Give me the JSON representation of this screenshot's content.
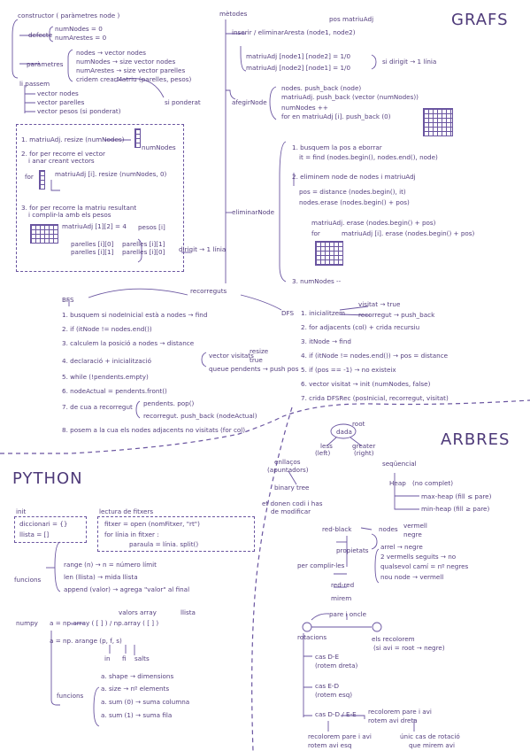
{
  "headings": {
    "grafs": "GRAFS",
    "arbres": "ARBRES",
    "python": "PYTHON"
  },
  "grafs": {
    "constructor": "constructor ( paràmetres node )",
    "defecte": "defecte",
    "def1": "numNodes = 0",
    "def2": "numArestes = 0",
    "parametres": "paràmetres",
    "par1": "nodes → vector nodes",
    "par2": "numNodes → size vector nodes",
    "par3": "numArestes → size vector parelles",
    "par4": "cridem crearMatriu (parelles, pesos)",
    "ponderat": "si ponderat",
    "li_passem": "li passem",
    "lp1": "vector nodes",
    "lp2": "vector parelles",
    "lp3": "vector pesos (si ponderat)",
    "b1": "1. matriuAdj. resize (numNodes)",
    "b1n": "numNodes",
    "b2a": "2. for per recorre el vector",
    "b2b": "i anar creant vectors",
    "b2c": "for",
    "b2d": "matriuAdj [i]. resize (numNodes, 0)",
    "b3a": "3. for per recorre la matriu resultant",
    "b3b": "i complir-la amb els pesos",
    "b3c": "matriuAdj [1][2] = 4",
    "b3d": "pesos [i]",
    "b3e": "parelles [i][0]",
    "b3f": "parelles [i][1]",
    "b3g": "parelles [i][1]",
    "b3h": "parelles [i][0]",
    "b3i": "dirigit → 1 línia",
    "metodes": "mètodes",
    "ins": "inserir / eliminarAresta (node1, node2)",
    "posm": "pos matriuAdj",
    "m1": "matriuAdj [node1] [node2] = 1/0",
    "m2": "matriuAdj [node2] [node1] = 1/0",
    "sidir": "si dirigit → 1 línia",
    "afegir": "afegirNode",
    "a1": "nodes. push_back (node)",
    "a2": "matriuAdj. push_back (vector (numNodes))",
    "a3": "numNodes ++",
    "a4": "for en matriuAdj [i]. push_back (0)",
    "elim": "eliminarNode",
    "e1a": "1. busquem la pos a eborrar",
    "e1b": "it = find (nodes.begin(), nodes.end(), node)",
    "e2a": "2. eliminem node de nodes i matriuAdj",
    "e2b": "pos = distance (nodes.begin(), it)",
    "e2c": "nodes.erase (nodes.begin() + pos)",
    "e2d": "matriuAdj. erase (nodes.begin() + pos)",
    "e2e": "for",
    "e2f": "matriuAdj [i]. erase (nodes.begin() + pos)",
    "e3": "3. numNodes --"
  },
  "recorreguts": {
    "title": "recorreguts",
    "bfs": "BFS",
    "b1": "1. busquem si nodeInicial està a nodes → find",
    "b2": "2. if (itNode != nodes.end())",
    "b3": "3. calculem la posició a nodes → distance",
    "b4": "4. declaració + inicialització",
    "b4a": "vector visitats",
    "b4b": "resize",
    "b4c": "true",
    "b4d": "queue pendents → push pos",
    "b5": "5. while (!pendents.empty)",
    "b6": "6. nodeActual = pendents.front()",
    "b7": "7. de cua a recorregut",
    "b7a": "pendents. pop()",
    "b7b": "recorregut. push_back (nodeActual)",
    "b8": "8. posem a la cua els nodes adjacents no visitats (for col)",
    "dfs": "DFS",
    "d1a": "visitat → true",
    "d1": "1. inicialitzem",
    "d1b": "recorregut → push_back",
    "d2": "2. for adjacents (col) + crida recursiu",
    "d3": "3. itNode → find",
    "d4": "4. if (itNode != nodes.end()) → pos = distance",
    "d5": "5. if (pos == -1) → no existeix",
    "d6": "6. vector visitat → init (numNodes, false)",
    "d7": "7. crida DFSRec (posInicial, recorregut, visitat)"
  },
  "arbres": {
    "dada": "dada",
    "root": "root",
    "less": "less",
    "left": "(left)",
    "greater": "greater",
    "right": "(right)",
    "enll1": "enllaços",
    "enll2": "(apuntadors)",
    "bin": "binary tree",
    "bin2": "et donen codi i has",
    "bin3": "de modificar",
    "seq": "seqüencial",
    "heap": "Heap",
    "heap1": "(no complet)",
    "heap2": "max-heap (fill ≤ pare)",
    "heap3": "min-heap (fill ≥ pare)",
    "rb": "red-black",
    "rbn": "nodes",
    "rbn1": "vermell",
    "rbn2": "negre",
    "prop": "propietats",
    "p1": "arrel → negre",
    "p2": "2 vermells seguits → no",
    "p3": "qualsevol camí = nº negres",
    "p4": "nou node → vermell",
    "complir": "per complir-les",
    "redred": "red-red",
    "mirem": "mirem",
    "pare": "pare i oncle",
    "rot": "rotacions",
    "recol": "els recolorem",
    "recol2": "(si avi = root → negre)",
    "c1": "cas D-E",
    "c1b": "(rotem dreta)",
    "c2": "cas E-D",
    "c2b": "(rotem esq)",
    "c3": "cas D-D / E-E",
    "c3a": "recolorem pare i avi",
    "c3b": "rotem avi dreta",
    "c4a": "recolorem pare i avi",
    "c4b": "rotem avi esq",
    "c5a": "únic cas de rotació",
    "c5b": "que mirem avi"
  },
  "python": {
    "init": "init",
    "dic": "diccionari = {}",
    "llista": "llista = []",
    "lect": "lectura de fitxers",
    "f1": "fitxer = open (nomFitxer, \"rt\")",
    "f2": "for línia in fitxer :",
    "f3": "paraula = línia. split()",
    "func": "funcions",
    "fn1": "range (n) → n = número límit",
    "fn2": "len (llista) → mida llista",
    "fn3": "append (valor) → agrega \"valor\" al final",
    "numpy": "numpy",
    "np1": "a = np.array ( [ ] ) / np.array ( [ ] )",
    "np1a": "valors array",
    "np1b": "llista",
    "np2": "a = np. arange (p, f, s)",
    "np2a": "in",
    "np2b": "fi",
    "np2c": "salts",
    "funcs": "funcions",
    "nf1": "a. shape → dimensions",
    "nf2": "a. size → nº elements",
    "nf3": "a. sum (0) → suma columna",
    "nf4": "a. sum (1) → suma fila"
  }
}
